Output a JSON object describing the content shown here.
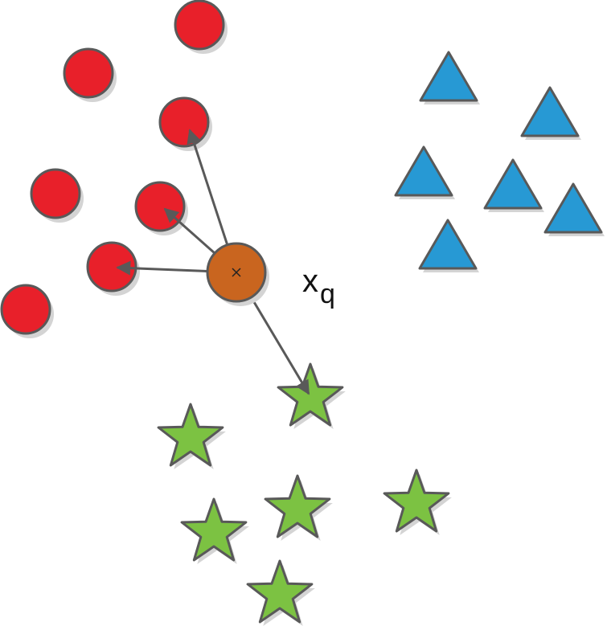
{
  "query_point": {
    "label": "x",
    "subscript": "q"
  },
  "colors": {
    "class_circle": "#e8202a",
    "class_triangle": "#2799d4",
    "class_star": "#7cc242",
    "query": "#c9651f",
    "outline": "#595959",
    "shadow": "#d4d4d4",
    "arrow": "#595959"
  },
  "icons": {
    "circle_class": "red-circle",
    "triangle_class": "blue-triangle",
    "star_class": "green-star",
    "query": "orange-circle"
  }
}
